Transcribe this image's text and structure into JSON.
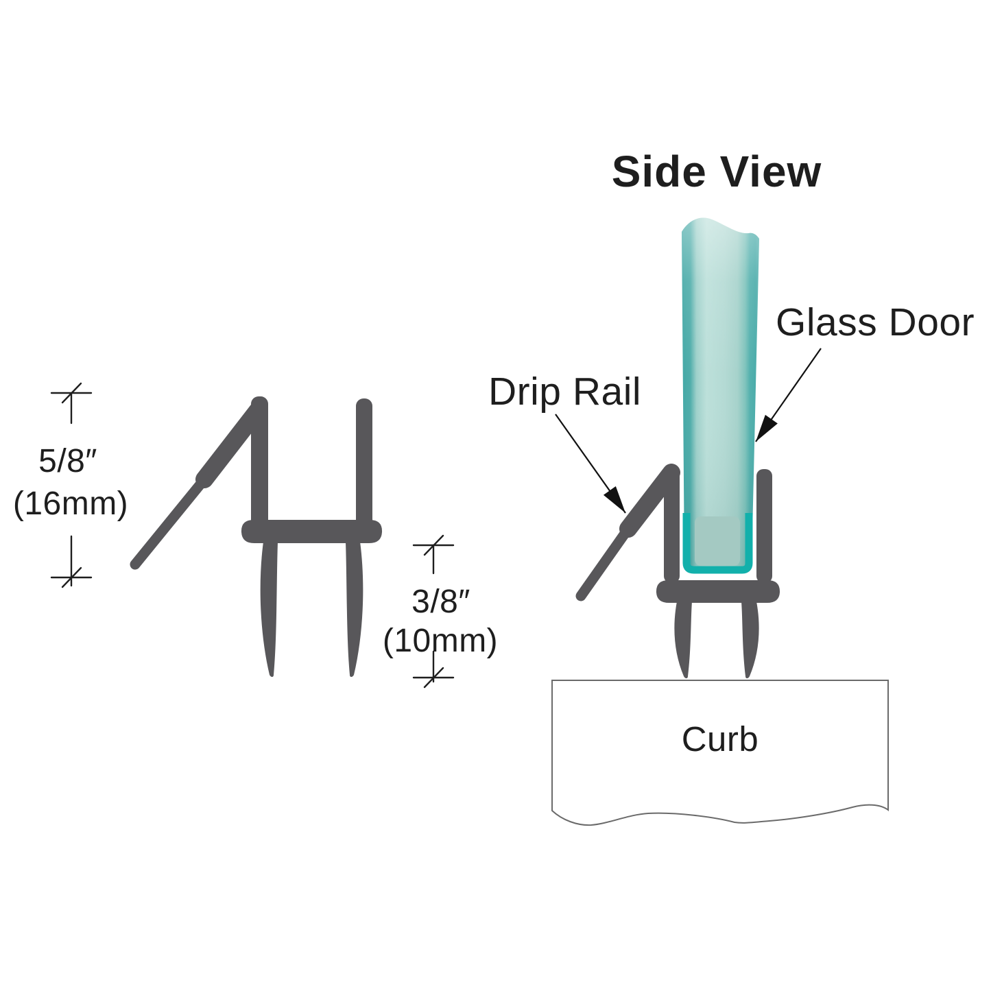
{
  "title": "Side View",
  "labels": {
    "glass_door": "Glass Door",
    "drip_rail": "Drip Rail",
    "curb": "Curb"
  },
  "dimensions": {
    "height_in": "5/8″",
    "height_mm": "(16mm)",
    "gap_in": "3/8″",
    "gap_mm": "(10mm)"
  },
  "colors": {
    "seal": "#58575a",
    "glass_edge_dark": "#43a8a6",
    "glass_edge_mid": "#9ed0ca",
    "glass_center_light": "#bce0da",
    "glass_center": "#b4dad4",
    "glass_right_band": "#54b1ae",
    "glass_right_edge": "#4bacaa",
    "glass_bottom_edge": "#12b0ab",
    "glass_inner_bottom": "#a4c9c2",
    "curb_outline": "#6a6a6a",
    "text": "#1e1e1e",
    "arrow": "#111111"
  }
}
